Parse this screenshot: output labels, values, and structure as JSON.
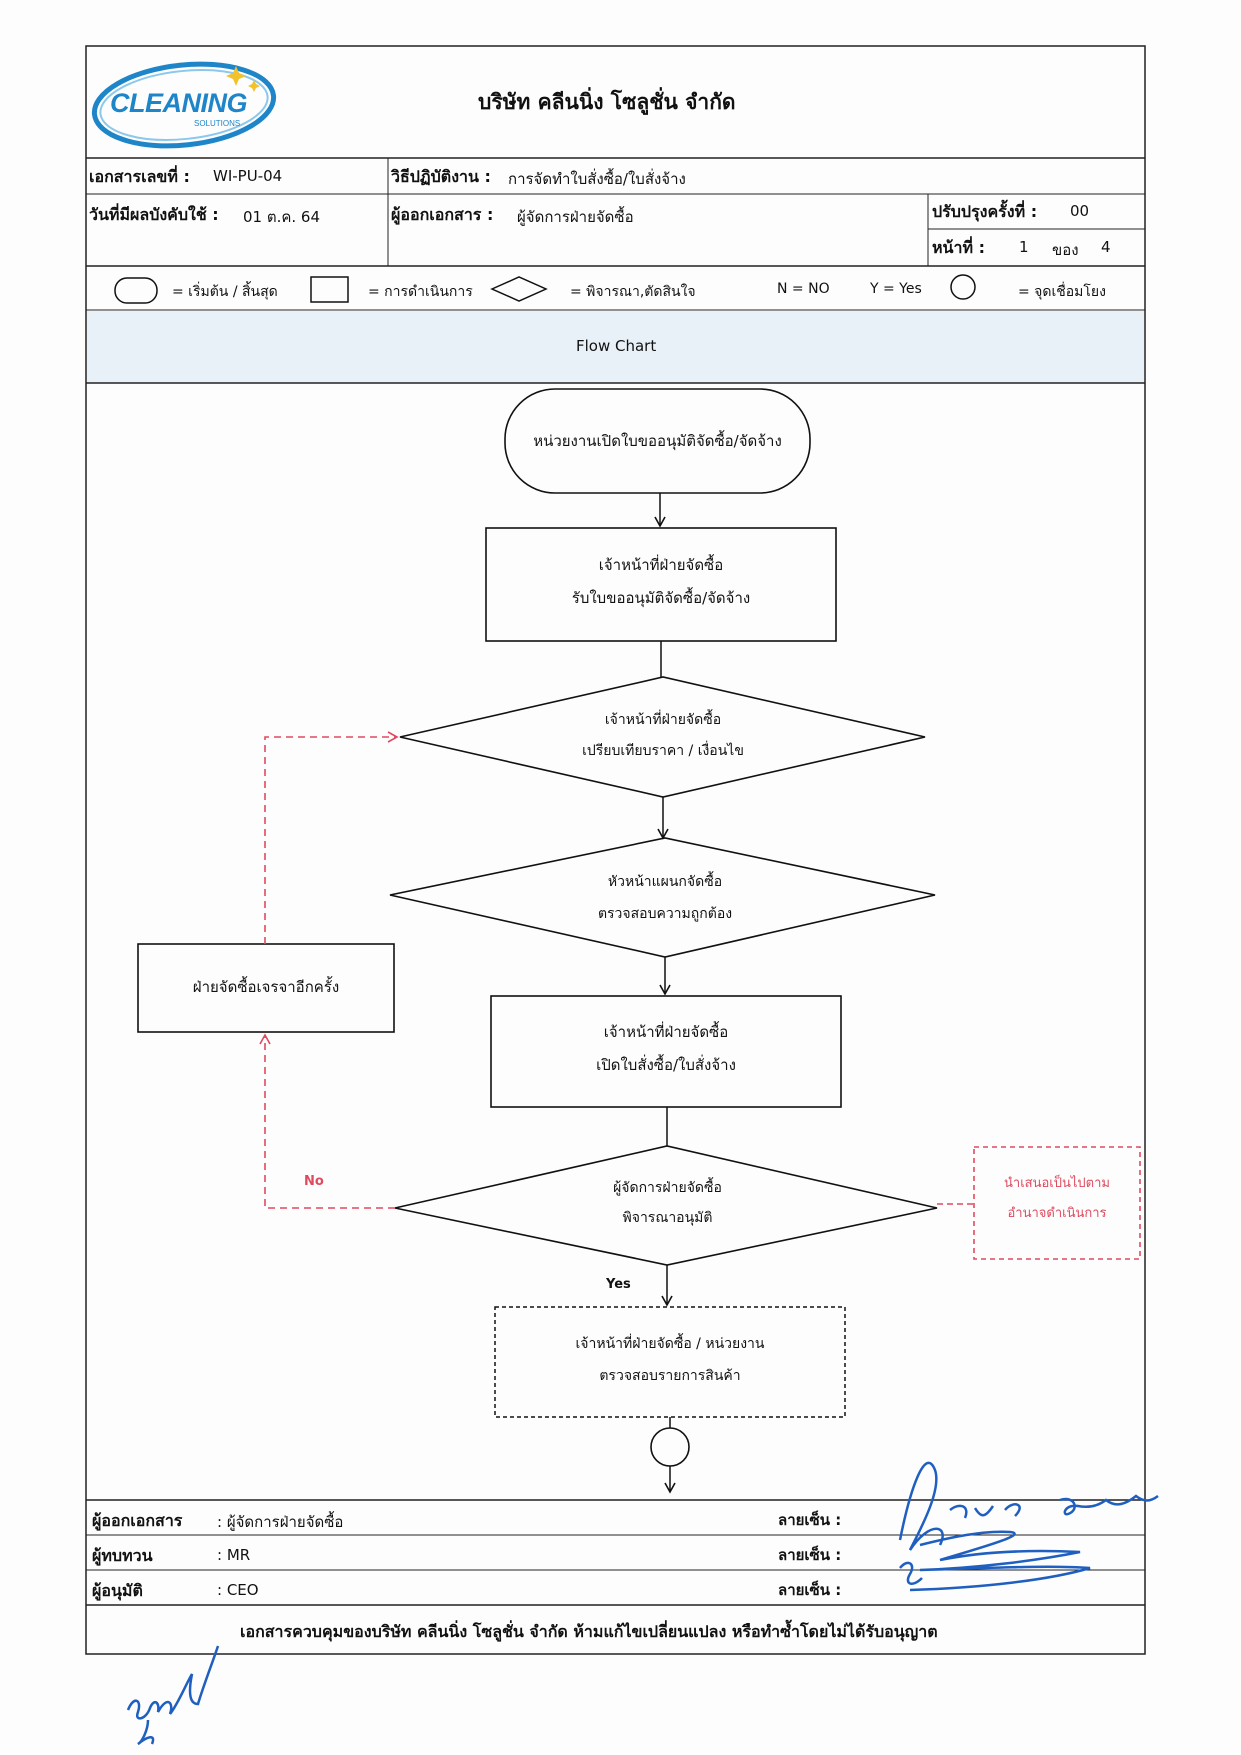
{
  "logo": {
    "brand": "CLEANING",
    "sub": "SOLUTIONS"
  },
  "header": {
    "company": "บริษัท คลีนนิ่ง โซลูชั่น จำกัด",
    "doc_no_label": "เอกสารเลขที่ :",
    "doc_no": "WI-PU-04",
    "procedure_label": "วิธีปฏิบัติงาน :",
    "procedure": "การจัดทำใบสั่งซื้อ/ใบสั่งจ้าง",
    "effective_label": "วันที่มีผลบังคับใช้ :",
    "effective": "01 ต.ค. 64",
    "issuer_label": "ผู้ออกเอกสาร :",
    "issuer": "ผู้จัดการฝ่ายจัดซื้อ",
    "revision_label": "ปรับปรุงครั้งที่ :",
    "revision": "00",
    "page_label": "หน้าที่ :",
    "page_no": "1",
    "page_of": "ของ",
    "page_total": "4"
  },
  "legend": {
    "start_end": "= เริ่มต้น / สิ้นสุด",
    "process": "= การดำเนินการ",
    "decision": "= พิจารณา,ตัดสินใจ",
    "no": "N = NO",
    "yes": "Y = Yes",
    "connector": "= จุดเชื่อมโยง"
  },
  "section_title": "Flow Chart",
  "flow": {
    "start": "หน่วยงานเปิดใบขออนุมัติจัดซื้อ/จัดจ้าง",
    "step1": [
      "เจ้าหน้าที่ฝ่ายจัดซื้อ",
      "รับใบขออนุมัติจัดซื้อ/จัดจ้าง"
    ],
    "decision1": [
      "เจ้าหน้าที่ฝ่ายจัดซื้อ",
      "เปรียบเทียบราคา / เงื่อนไข"
    ],
    "decision2": [
      "หัวหน้าแผนกจัดซื้อ",
      "ตรวจสอบความถูกต้อง"
    ],
    "renegotiate": "ฝ่ายจัดซื้อเจรจาอีกครั้ง",
    "step2": [
      "เจ้าหน้าที่ฝ่ายจัดซื้อ",
      "เปิดใบสั่งซื้อ/ใบสั่งจ้าง"
    ],
    "decision3": [
      "ผู้จัดการฝ่ายจัดซื้อ",
      "พิจารณาอนุมัติ"
    ],
    "no_label": "No",
    "yes_label": "Yes",
    "escalate": [
      "นำเสนอเป็นไปตาม",
      "อำนาจดำเนินการ"
    ],
    "step3": [
      "เจ้าหน้าที่ฝ่ายจัดซื้อ / หน่วยงาน",
      "ตรวจสอบรายการสินค้า"
    ]
  },
  "footer": {
    "issuer_label": "ผู้ออกเอกสาร",
    "issuer_value": ": ผู้จัดการฝ่ายจัดซื้อ",
    "reviewer_label": "ผู้ทบทวน",
    "reviewer_value": ": MR",
    "approver_label": "ผู้อนุมัติ",
    "approver_value": ": CEO",
    "sign_label": "ลายเซ็น :",
    "notice": "เอกสารควบคุมของบริษัท คลีนนิ่ง โซลูชั่น จำกัด ห้ามแก้ไขเปลี่ยนแปลง หรือทำซ้ำโดยไม่ได้รับอนุญาต"
  },
  "colors": {
    "ink": "#111111",
    "red_dash": "#e04a5f",
    "blue_sign": "#1f5fbf",
    "logo_blue": "#1e86c8",
    "band": "#e9f1f8"
  }
}
